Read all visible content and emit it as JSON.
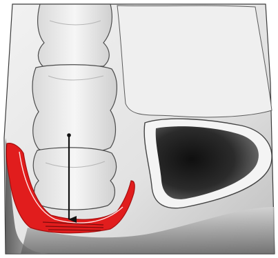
{
  "illustration": {
    "subject": "anatomical-cross-section-illustration",
    "colors": {
      "background": "#ffffff",
      "tissue_light": "#ececec",
      "tissue_mid": "#cfcfcf",
      "tissue_dark": "#8a8a8a",
      "cavity": "#1c1c1c",
      "outline": "#3a3a3a",
      "highlight_red": "#e11d1d",
      "highlight_red_edge": "#a50f0f",
      "arrow": "#111111"
    },
    "marks": {
      "arrow": "downward-arrow",
      "highlight": "red-region"
    }
  }
}
